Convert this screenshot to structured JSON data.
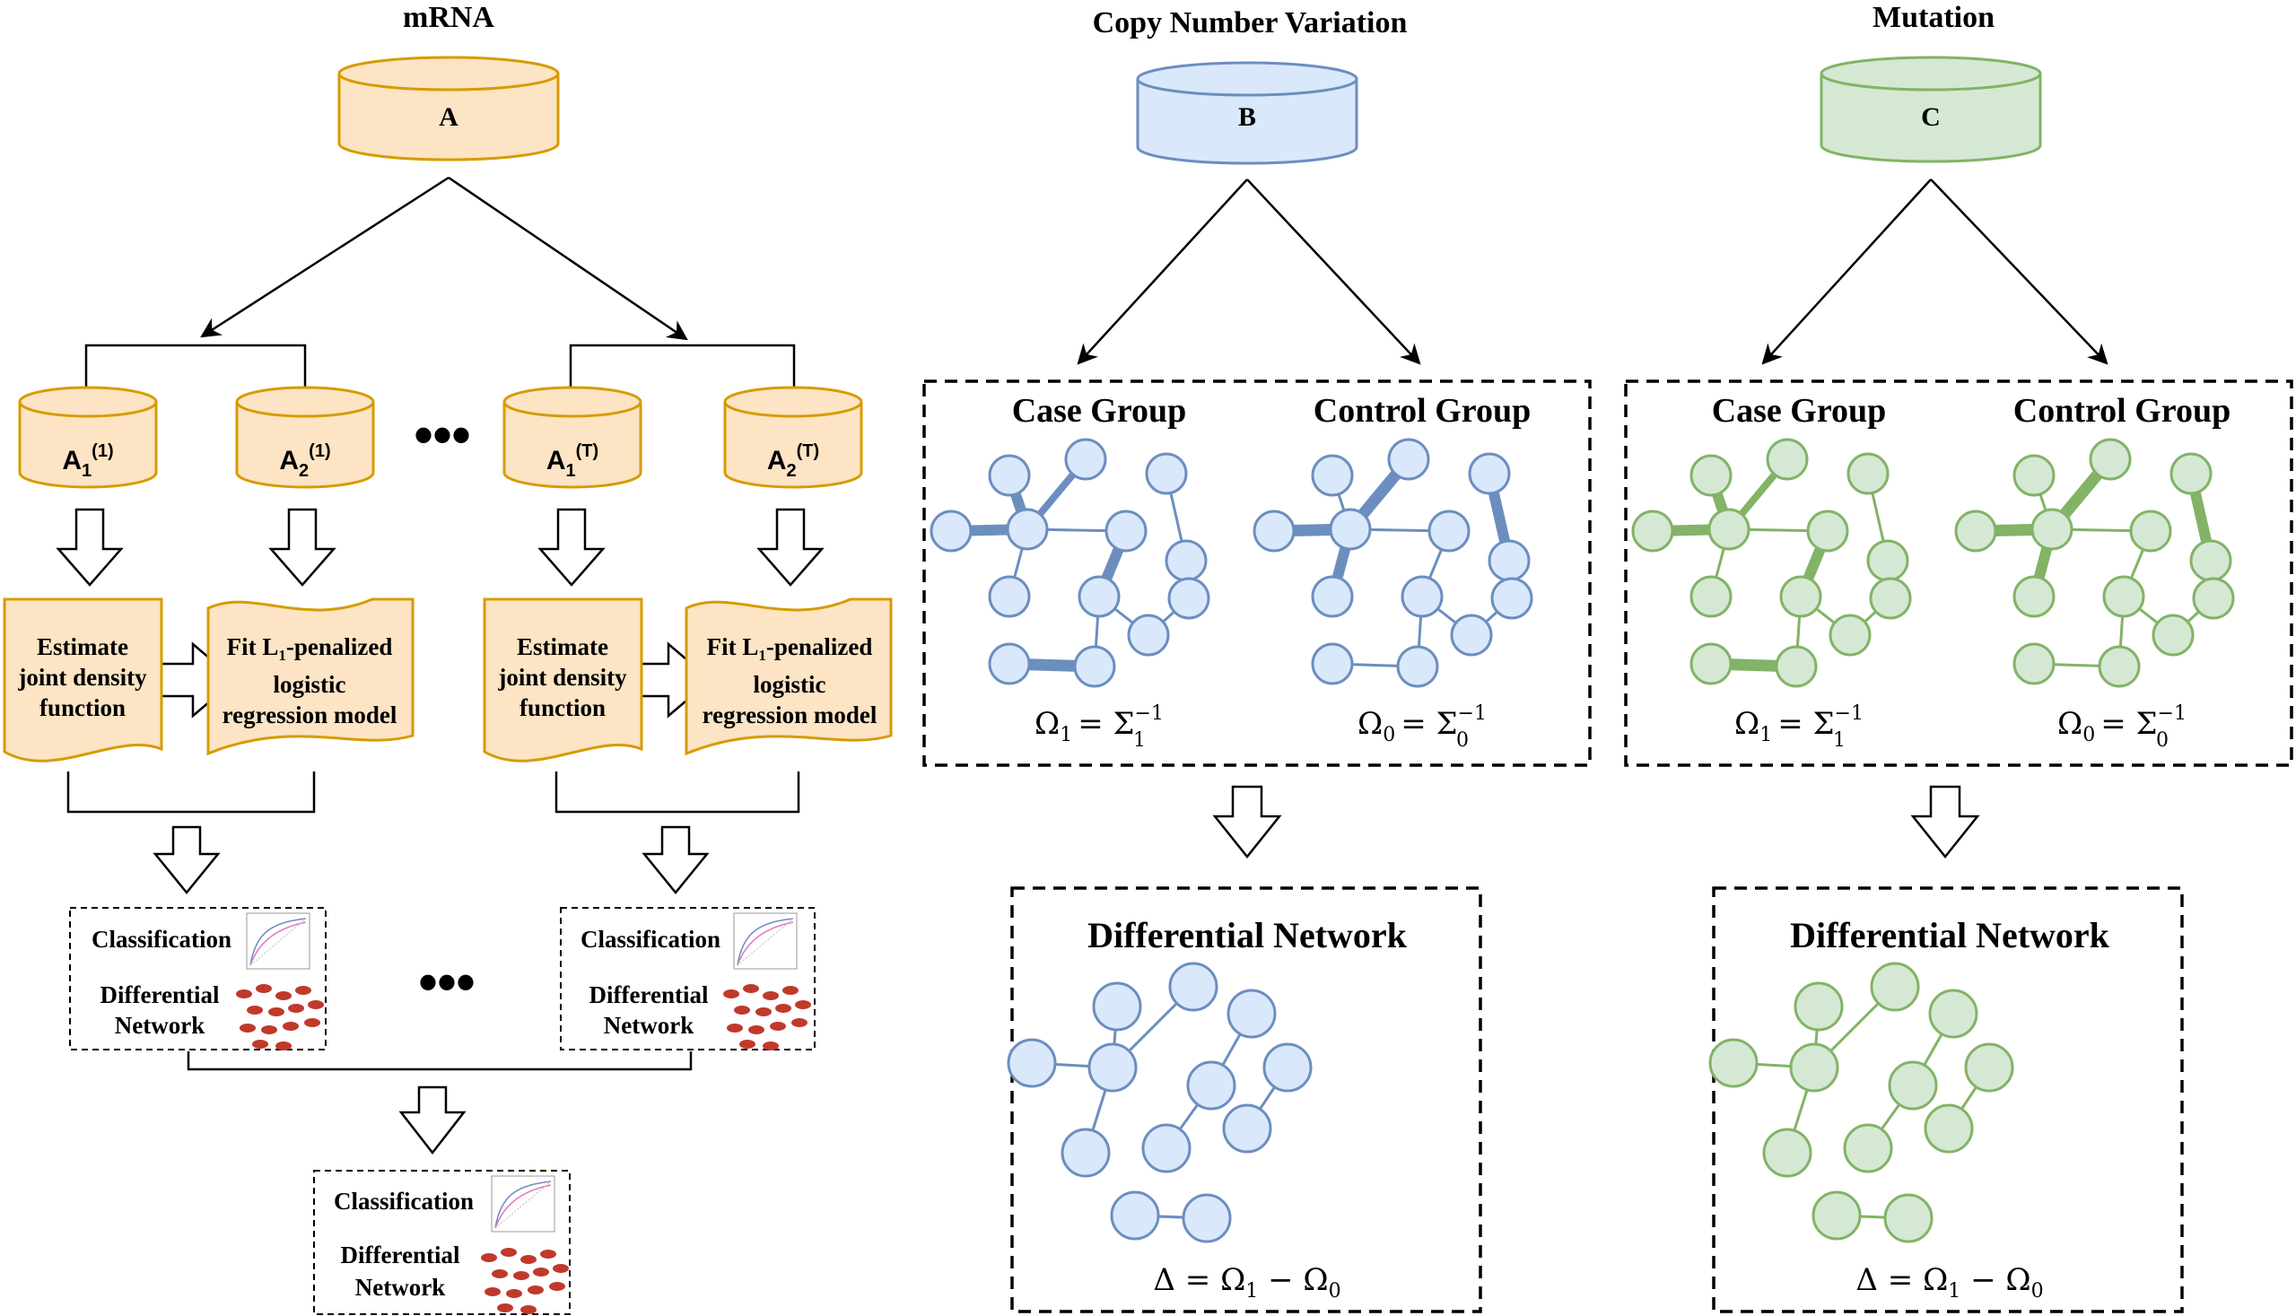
{
  "titles": {
    "mrna": "mRNA",
    "cnv": "Copy Number Variation",
    "mutation": "Mutation"
  },
  "databases": {
    "mrna": "A",
    "cnv": "B",
    "mutation": "C"
  },
  "subsamples": {
    "a1_first": {
      "base": "A",
      "sub": "1",
      "sup": "(1)"
    },
    "a2_first": {
      "base": "A",
      "sub": "2",
      "sup": "(1)"
    },
    "a1_last": {
      "base": "A",
      "sub": "1",
      "sup": "(T)"
    },
    "a2_last": {
      "base": "A",
      "sub": "2",
      "sup": "(T)"
    }
  },
  "ellipsis": "•••",
  "steps": {
    "estimate": [
      "Estimate",
      "joint density",
      "function"
    ],
    "fit": {
      "line1_prefix": "Fit L",
      "line1_sub": "1",
      "line1_suffix": "-penalized",
      "line2": "logistic",
      "line3": "regression model"
    }
  },
  "results": {
    "classification": "Classification",
    "network_line1": "Differential",
    "network_line2": "Network"
  },
  "groups": {
    "case": "Case Group",
    "control": "Control Group"
  },
  "formulas": {
    "case_omega": "Ω",
    "case_omega_sub": "1",
    "case_sigma": "= Σ",
    "case_sigma_sup": "−1",
    "case_sigma_sub": "1",
    "control_omega": "Ω",
    "control_omega_sub": "0",
    "control_sigma": "= Σ",
    "control_sigma_sup": "−1",
    "control_sigma_sub": "0",
    "delta": "Δ = Ω",
    "delta_sub1": "1",
    "delta_minus": " − Ω",
    "delta_sub0": "0"
  },
  "differential_network_title": "Differential Network",
  "colors": {
    "mrna_fill": "#fce4c4",
    "mrna_stroke": "#d79b00",
    "cnv_fill": "#dae8fc",
    "cnv_stroke": "#6c8ebf",
    "mutation_fill": "#d5e8d4",
    "mutation_stroke": "#82b366",
    "node_red": "#c0392b"
  }
}
